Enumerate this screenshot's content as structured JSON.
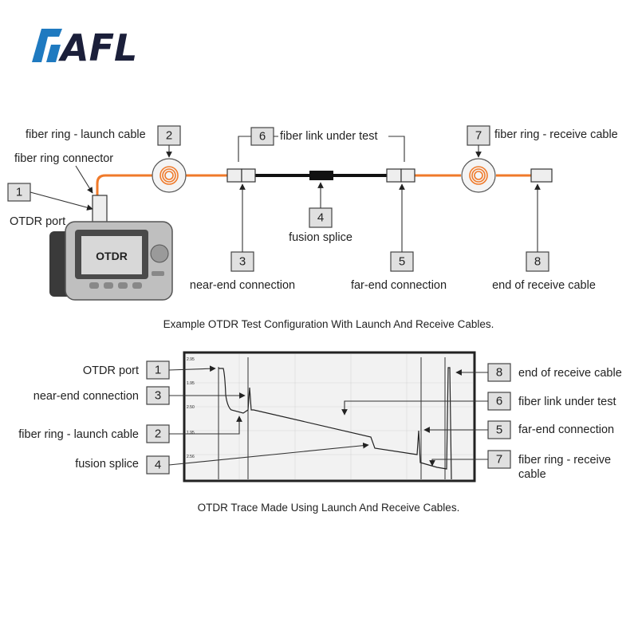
{
  "brand": {
    "name": "AFL",
    "accent": "#1f7ac0",
    "dark": "#1b1f3a"
  },
  "colors": {
    "fiber": "#f07a2a",
    "link": "#111111",
    "screen": "#d8d8d8"
  },
  "device": {
    "screen_label": "OTDR"
  },
  "config_diagram": {
    "labels": {
      "fiber_ring_launch_cable": "fiber ring - launch cable",
      "fiber_ring_connector": "fiber ring connector",
      "otdr_port": "OTDR port",
      "fiber_link_under_test": "fiber link under test",
      "fiber_ring_receive_cable": "fiber ring - receive cable",
      "fusion_splice": "fusion splice",
      "near_end_connection": "near-end connection",
      "far_end_connection": "far-end connection",
      "end_of_receive_cable": "end of receive cable"
    },
    "numbers": {
      "n1": "1",
      "n2": "2",
      "n3": "3",
      "n4": "4",
      "n5": "5",
      "n6": "6",
      "n7": "7",
      "n8": "8"
    },
    "caption": "Example OTDR Test Configuration With Launch And Receive Cables."
  },
  "trace_diagram": {
    "labels": {
      "otdr_port": "OTDR port",
      "near_end_connection": "near-end connection",
      "fiber_ring_launch_cable": "fiber ring - launch cable",
      "fusion_splice": "fusion splice",
      "end_of_receive_cable": "end of receive cable",
      "fiber_link_under_test": "fiber link under test",
      "far_end_connection": "far-end connection",
      "fiber_ring_receive_cable_line1": "fiber ring - receive",
      "fiber_ring_receive_cable_line2": "cable"
    },
    "numbers": {
      "n1": "1",
      "n2": "2",
      "n3": "3",
      "n4": "4",
      "n5": "5",
      "n6": "6",
      "n7": "7",
      "n8": "8"
    },
    "y_ticks": [
      "2.95",
      "1.95",
      "2.50",
      "1.95",
      "2.56"
    ],
    "caption": "OTDR Trace Made Using Launch And Receive Cables."
  }
}
